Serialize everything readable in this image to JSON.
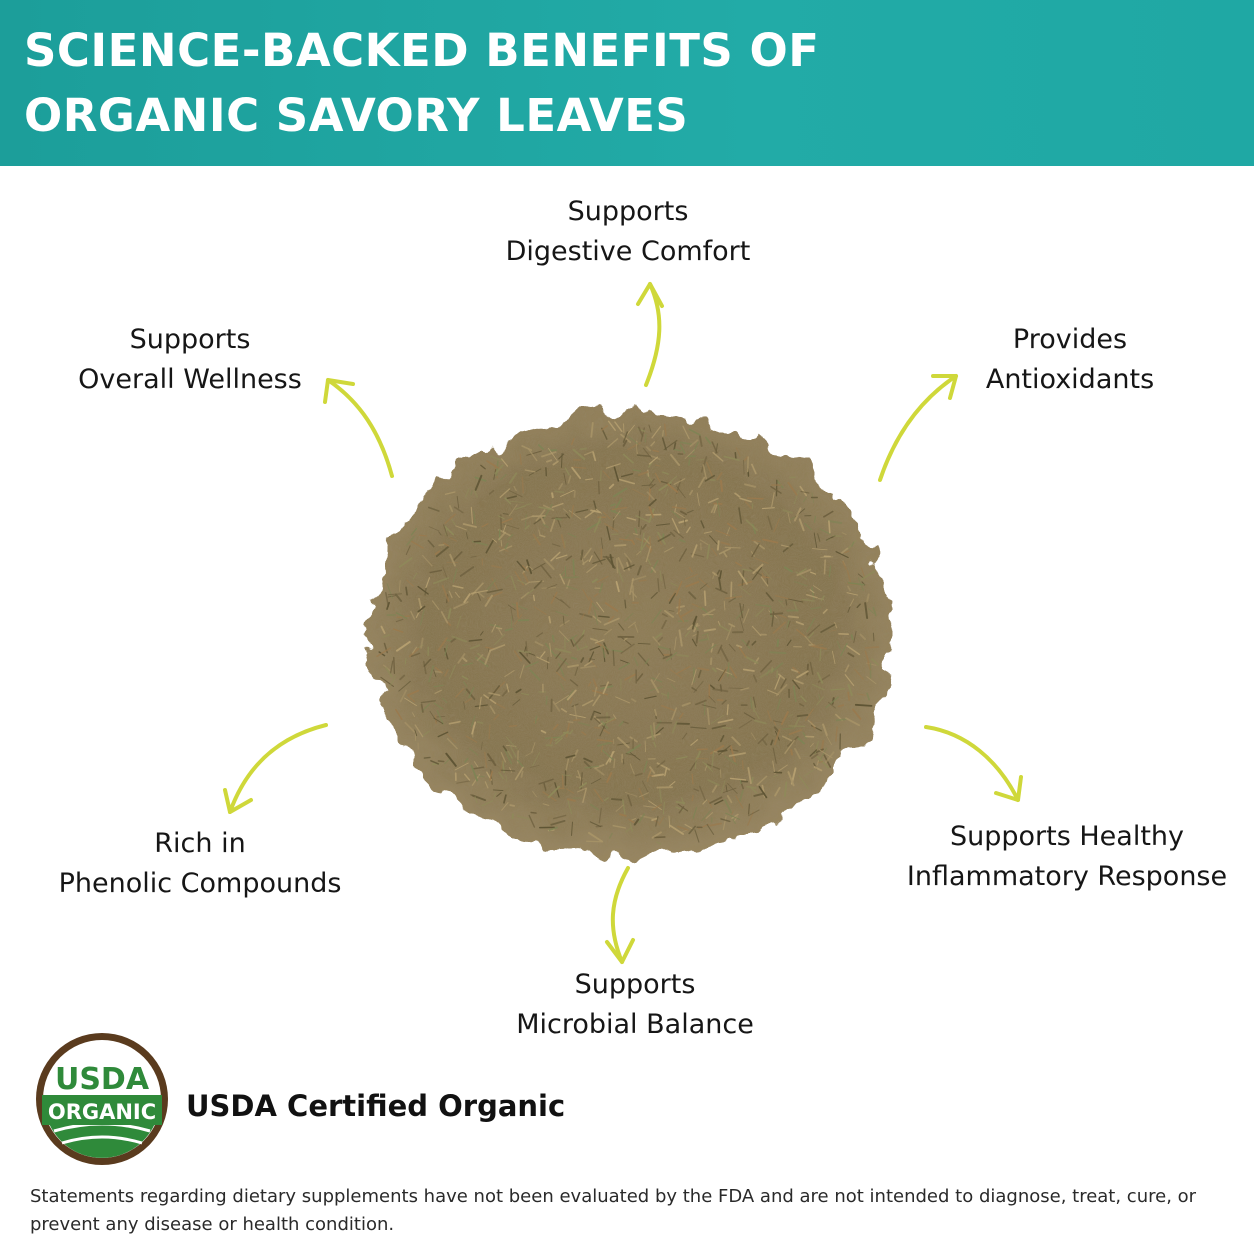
{
  "header": {
    "title_line1": "SCIENCE-BACKED BENEFITS OF",
    "title_line2": "ORGANIC SAVORY LEAVES",
    "background_color": "#1fa8a4"
  },
  "benefits": {
    "digestive": {
      "line1": "Supports",
      "line2": "Digestive Comfort"
    },
    "wellness": {
      "line1": "Supports",
      "line2": "Overall Wellness"
    },
    "antioxidants": {
      "line1": "Provides",
      "line2": "Antioxidants"
    },
    "phenolic": {
      "line1": "Rich in",
      "line2": "Phenolic Compounds"
    },
    "inflammatory": {
      "line1": "Supports Healthy",
      "line2": "Inflammatory Response"
    },
    "microbial": {
      "line1": "Supports",
      "line2": "Microbial Balance"
    }
  },
  "arrow_color": "#cfd83a",
  "herb_pile": {
    "icon": "dried-savory-leaves-pile",
    "base_color": "#8b7a55"
  },
  "certification": {
    "logo_top": "USDA",
    "logo_bottom": "ORGANIC",
    "label": "USDA Certified Organic",
    "logo_colors": {
      "ring": "#5a3b1e",
      "green": "#2f8a3a"
    }
  },
  "disclaimer": {
    "text": "Statements regarding dietary supplements have not been evaluated by the FDA and are not intended to diagnose, treat, cure, or prevent any disease or health condition."
  }
}
